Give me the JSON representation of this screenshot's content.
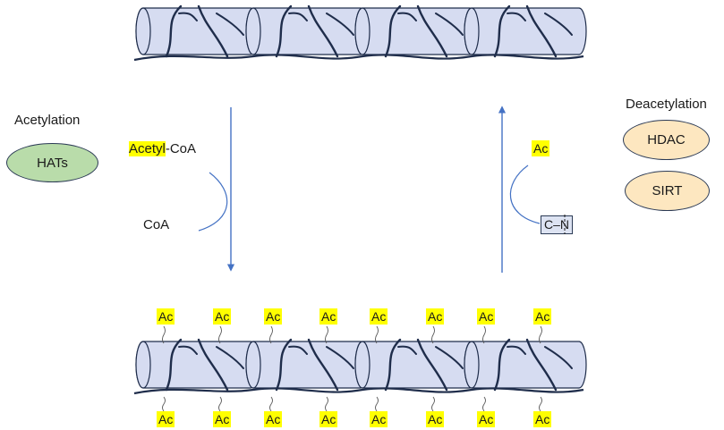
{
  "left": {
    "title": "Acetylation",
    "enzyme": "HATs",
    "substrate_main": "Acetyl",
    "substrate_suffix": "-CoA",
    "product": "CoA"
  },
  "right": {
    "title": "Deacetylation",
    "enzymes": [
      "HDAC",
      "SIRT"
    ],
    "released": "Ac",
    "bond": "C–N"
  },
  "acetyl_label": "Ac",
  "colors": {
    "cylinder_fill": "#d6dcf1",
    "outline": "#1f2d4b",
    "arrow": "#4472c4",
    "hats_fill": "#b9dcaa",
    "enzyme_fill": "#fde7c0",
    "highlight": "#ffff00"
  }
}
